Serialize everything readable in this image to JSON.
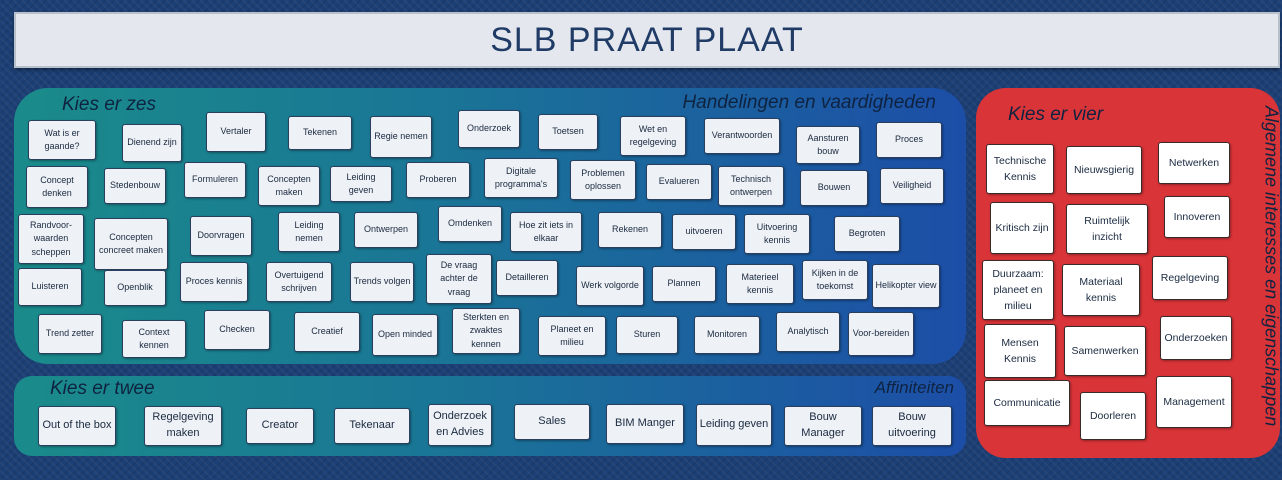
{
  "title": "SLB PRAAT PLAAT",
  "main": {
    "label_left": "Kies er zes",
    "label_right": "Handelingen en vaardigheden",
    "cards": [
      "Wat is er gaande?",
      "Dienend zijn",
      "Vertaler",
      "Tekenen",
      "Regie nemen",
      "Onderzoek",
      "Toetsen",
      "Wet en regelgeving",
      "Verantwoorden",
      "Aansturen bouw",
      "Proces",
      "Concept denken",
      "Stedenbouw",
      "Formuleren",
      "Concepten maken",
      "Leiding geven",
      "Proberen",
      "Digitale programma's",
      "Problemen oplossen",
      "Evalueren",
      "Technisch ontwerpen",
      "Bouwen",
      "Veiligheid",
      "Randvoor-waarden scheppen",
      "Concepten concreet maken",
      "Doorvragen",
      "Leiding nemen",
      "Ontwerpen",
      "Omdenken",
      "Hoe zit iets in elkaar",
      "Rekenen",
      "uitvoeren",
      "Uitvoering kennis",
      "Begroten",
      "Luisteren",
      "Openblik",
      "Proces kennis",
      "Overtuigend schrijven",
      "Trends volgen",
      "De vraag achter de vraag",
      "Detailleren",
      "Werk volgorde",
      "Plannen",
      "Materieel kennis",
      "Kijken in de toekomst",
      "Helikopter view",
      "Trend zetter",
      "Context kennen",
      "Checken",
      "Creatief",
      "Open minded",
      "Sterkten en zwaktes kennen",
      "Planeet en milieu",
      "Sturen",
      "Monitoren",
      "Analytisch",
      "Voor-bereiden"
    ]
  },
  "affinity": {
    "label_left": "Kies er twee",
    "label_right": "Affiniteiten",
    "cards": [
      "Out of the box",
      "Regelgeving maken",
      "Creator",
      "Tekenaar",
      "Onderzoek en Advies",
      "Sales",
      "BIM Manger",
      "Leiding geven",
      "Bouw Manager",
      "Bouw uitvoering"
    ]
  },
  "interests": {
    "label_left": "Kies er vier",
    "label_vertical": "Algemene interesses en eigenschappen",
    "cards": [
      "Technische Kennis",
      "Nieuwsgierig",
      "Netwerken",
      "Kritisch zijn",
      "Ruimtelijk inzicht",
      "Innoveren",
      "Duurzaam: planeet en milieu",
      "Materiaal kennis",
      "Regelgeving",
      "Mensen Kennis",
      "Samenwerken",
      "Onderzoeken",
      "Communicatie",
      "Doorleren",
      "Management"
    ]
  }
}
